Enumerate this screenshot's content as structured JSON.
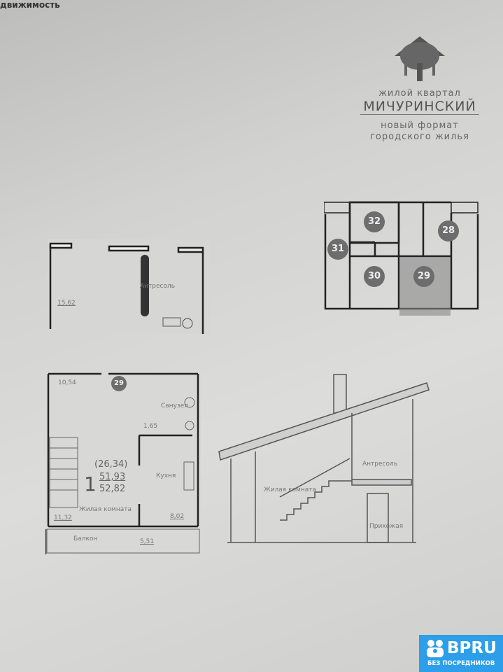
{
  "header": {
    "text": "движимость"
  },
  "logo": {
    "line1": "жилой квартал",
    "name": "МИЧУРИНСКИЙ",
    "tagline1": "новый формат",
    "tagline2": "городского жилья"
  },
  "key_plan": {
    "units": [
      "32",
      "31",
      "28",
      "30",
      "29"
    ],
    "highlighted": "29",
    "highlight_color": "#7a7a7a"
  },
  "mezzanine_plan": {
    "room": "Антресоль",
    "area": "15,62"
  },
  "floor_plan": {
    "unit_badge": "29",
    "rooms_count": "1",
    "total_with_balcony": "(26,34)",
    "living_total": "51,93",
    "total": "52,82",
    "top_area": "10,54",
    "bathroom": "Санузел",
    "bathroom_area": "1,65",
    "kitchen": "Кухня",
    "living_room": "Жилая комната",
    "living_area": "11,32",
    "hall_area": "8,02",
    "balcony": "Балкон",
    "balcony_area": "5,51"
  },
  "section": {
    "mezzanine": "Антресоль",
    "living_room": "Жилая комната",
    "hallway": "Прихожая"
  },
  "watermark": {
    "brand": "BPRU",
    "subtitle": "БЕЗ ПОСРЕДНИКОВ",
    "color": "#2d9ee9"
  }
}
